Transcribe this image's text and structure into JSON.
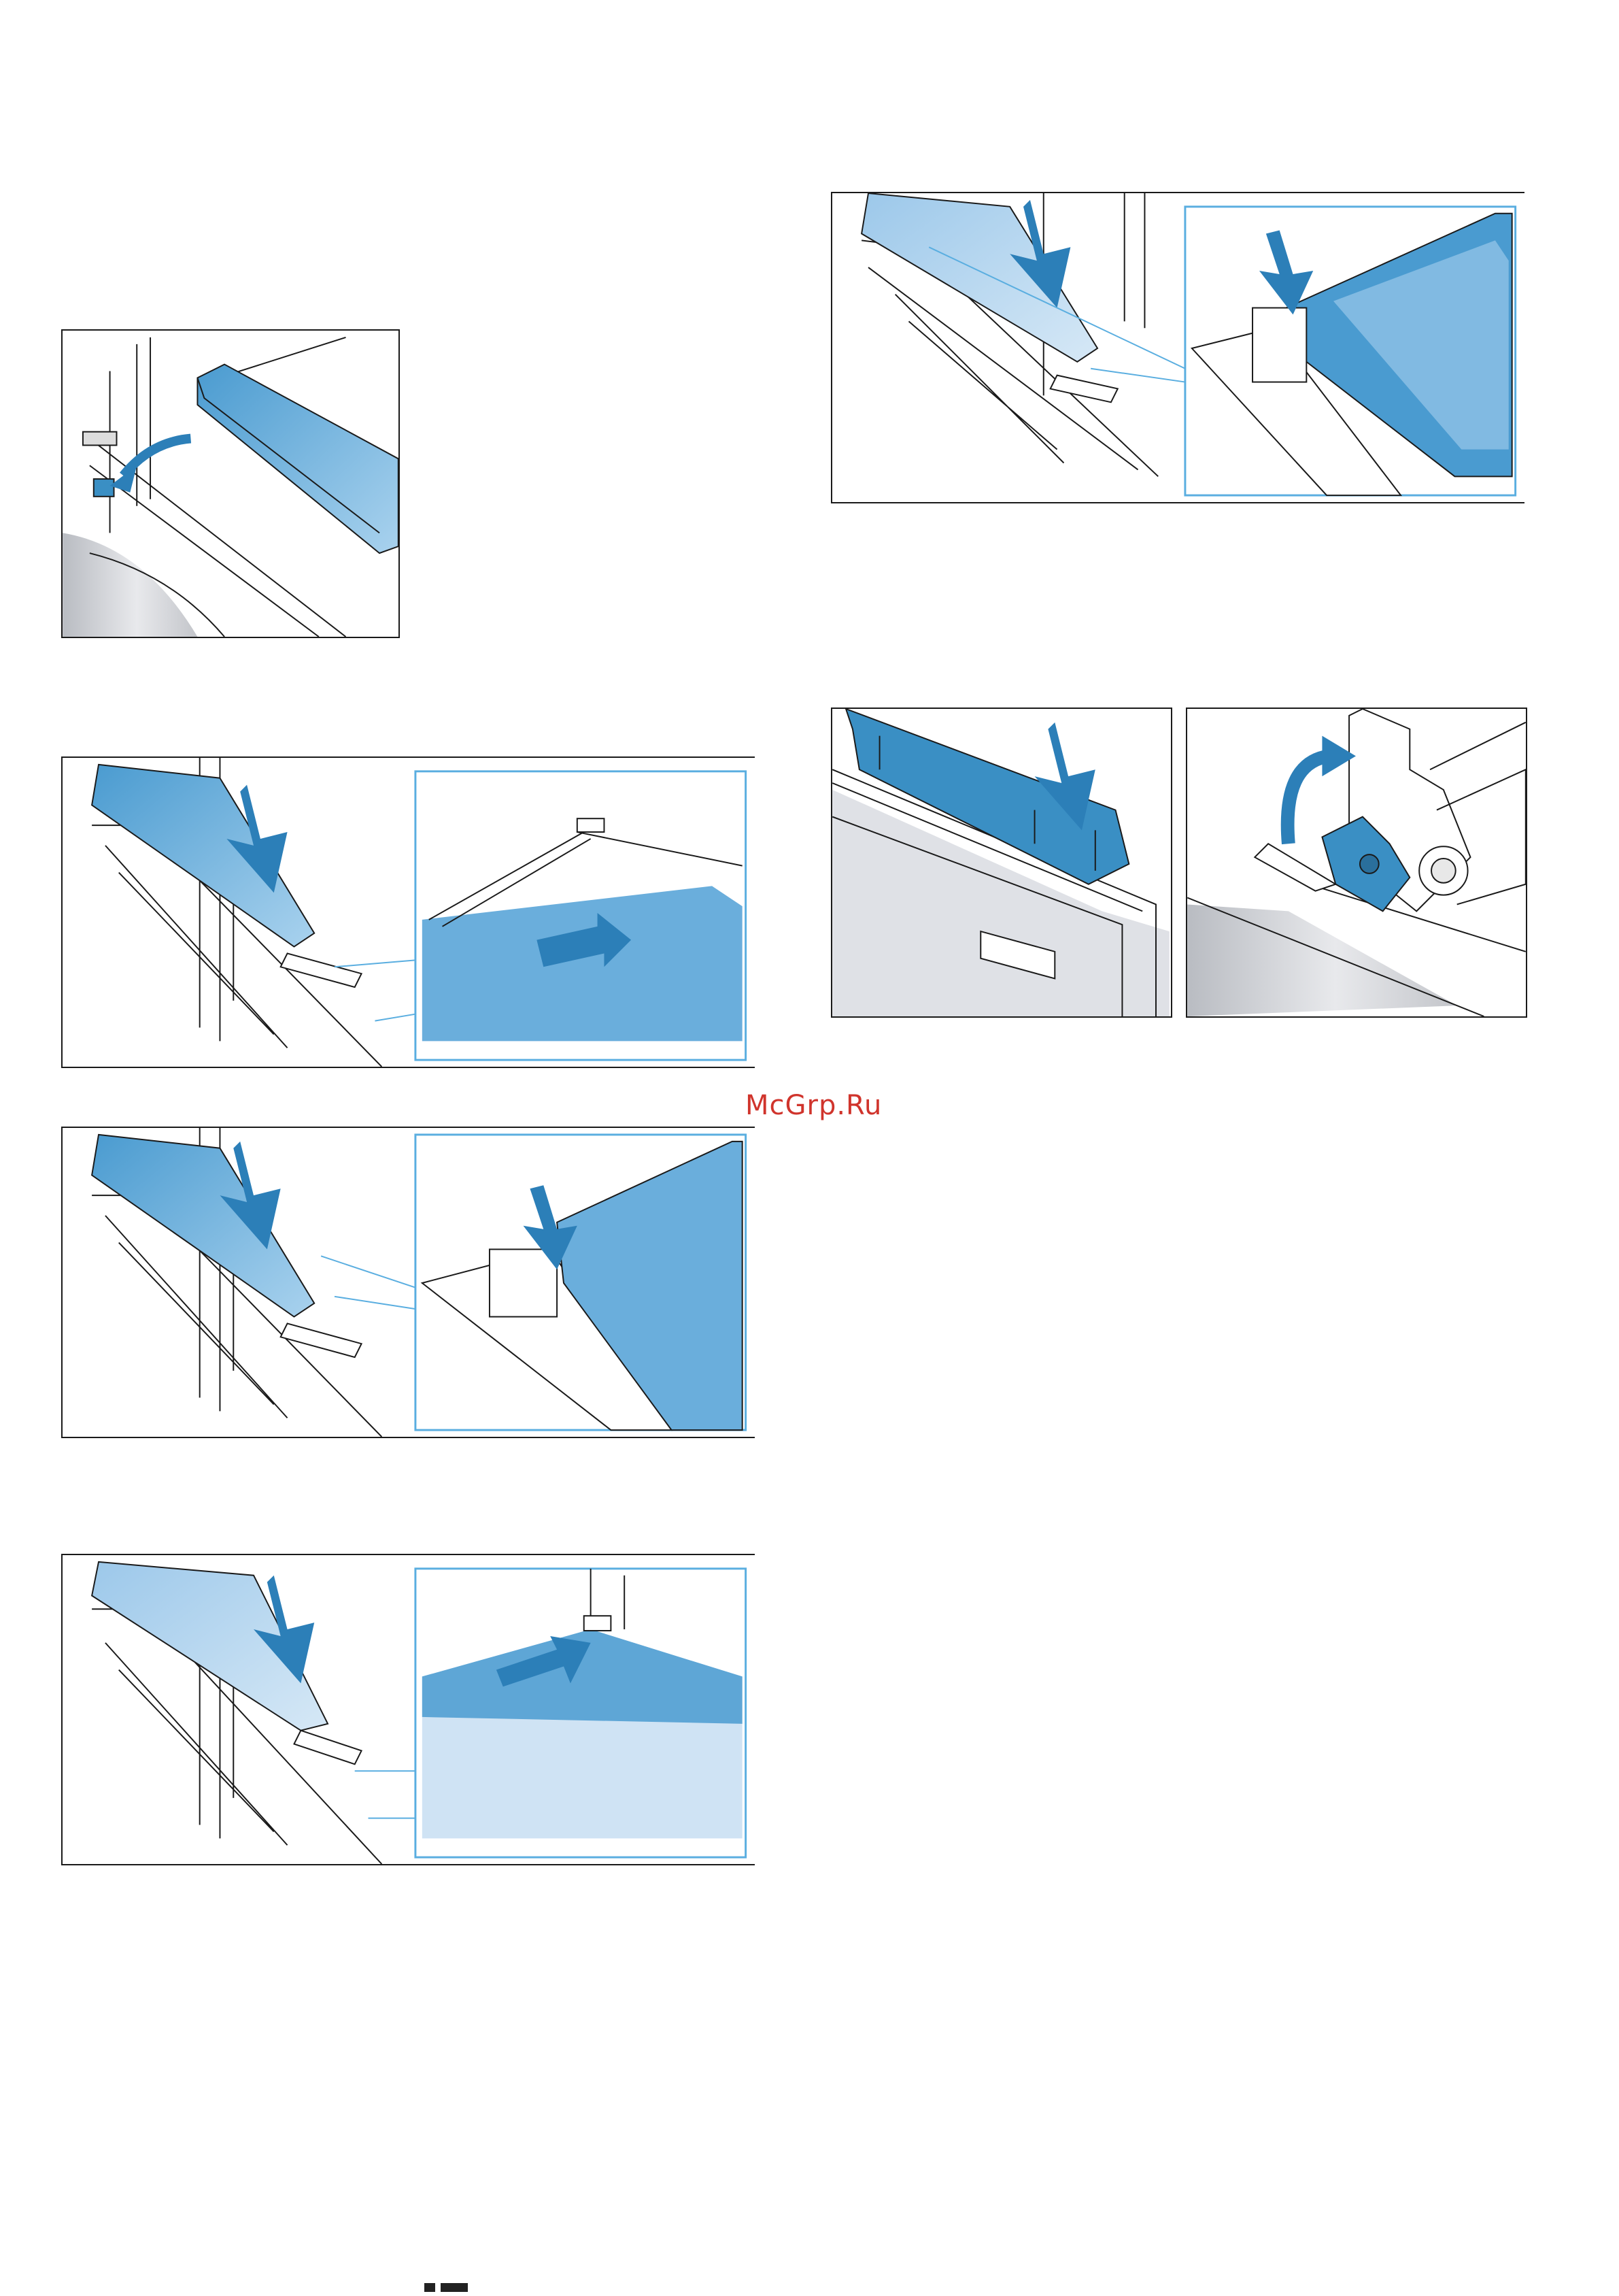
{
  "page": {
    "watermark": "McGrp.Ru"
  },
  "colors": {
    "line": "#1a1a1a",
    "blue_dark": "#3a8fc4",
    "blue_mid": "#6fb0db",
    "blue_light": "#bcd9f0",
    "detail_frame": "#5aaee0",
    "metal": "#cfd1d6",
    "watermark": "#d0342c"
  },
  "figures": [
    {
      "id": "fig-1",
      "icons": [
        "cover-strip",
        "curved-arrow-icon"
      ]
    },
    {
      "id": "fig-2",
      "icons": [
        "glass-pane",
        "down-arrow-icon",
        "push-arrow-icon",
        "detail-view"
      ]
    },
    {
      "id": "fig-3",
      "icons": [
        "glass-pane",
        "down-arrow-icon",
        "down-arrow-icon",
        "detail-view"
      ]
    },
    {
      "id": "fig-4",
      "icons": [
        "glass-pane",
        "down-arrow-icon",
        "push-arrow-icon",
        "detail-view"
      ]
    },
    {
      "id": "fig-5",
      "icons": [
        "glass-pane",
        "down-arrow-icon",
        "down-arrow-icon",
        "detail-view"
      ]
    },
    {
      "id": "fig-6",
      "icons": [
        "cover-strip",
        "down-arrow-icon"
      ]
    },
    {
      "id": "fig-7",
      "icons": [
        "hinge-lock",
        "curved-arrow-icon"
      ]
    }
  ]
}
